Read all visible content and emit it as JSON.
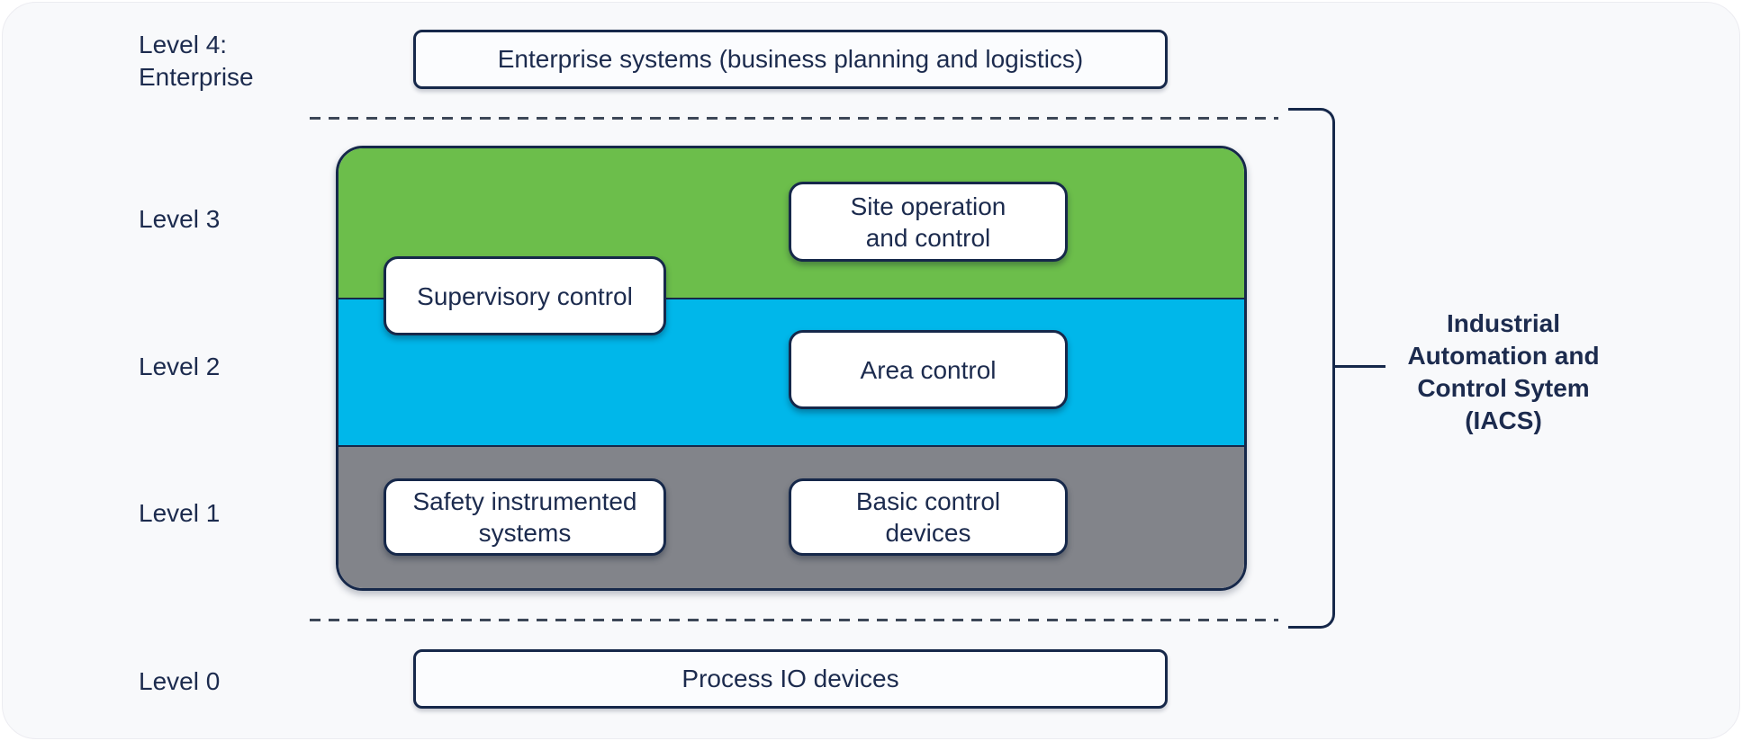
{
  "axis_labels": {
    "level4_line1": "Level 4:",
    "level4_line2": "Enterprise",
    "level3": "Level 3",
    "level2": "Level 2",
    "level1": "Level 1",
    "level0": "Level 0"
  },
  "boxes": {
    "enterprise": "Enterprise systems (business planning and logistics)",
    "site_operation_line1": "Site operation",
    "site_operation_line2": "and control",
    "supervisory": "Supervisory control",
    "area": "Area control",
    "safety_line1": "Safety instrumented",
    "safety_line2": "systems",
    "basic_line1": "Basic control",
    "basic_line2": "devices",
    "process": "Process IO devices"
  },
  "bracket_label": {
    "line1": "Industrial",
    "line2": "Automation and",
    "line3": "Control Sytem",
    "line4": "(IACS)"
  },
  "colors": {
    "level3_band_green": "#6cbe4b",
    "level2_band_blue": "#00b7ea",
    "level1_band_gray": "#82848a",
    "navy_line_text": "#16284a",
    "card_background": "#f8f9fb"
  }
}
